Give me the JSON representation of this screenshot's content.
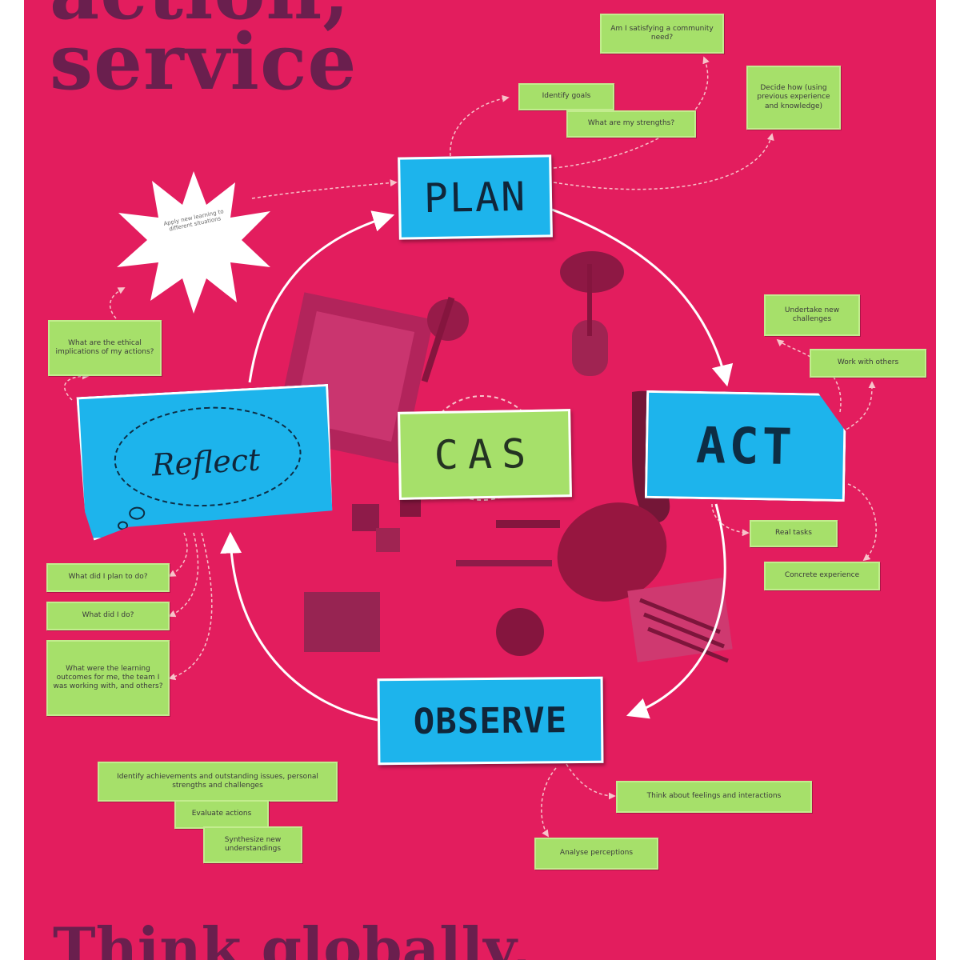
{
  "poster": {
    "heading_top": "action,",
    "heading_service": "service",
    "heading_bottom": "Think globally,"
  },
  "colors": {
    "background": "#e31d5e",
    "card_blue": "#1db4ec",
    "note_green": "#a6e06a",
    "heading": "#6a1f4e",
    "arrow": "#ffffff",
    "connector": "#f7c3c9"
  },
  "cycle": {
    "center": "CAS",
    "stages": {
      "plan": "PLAN",
      "act": "ACT",
      "observe": "OBSERVE",
      "reflect": "Reflect"
    }
  },
  "notes": {
    "plan_community": "Am I satisfying a community need?",
    "plan_goals": "Identify goals",
    "plan_strengths": "What are my strengths?",
    "plan_experience": "Decide how (using previous experience and knowledge)",
    "act_challenges": "Undertake new challenges",
    "act_work": "Work with others",
    "act_real": "Real tasks",
    "act_concrete": "Concrete experience",
    "observe_feelings": "Think about feelings and interactions",
    "observe_perceptions": "Analyse perceptions",
    "observe_identify": "Identify achievements and outstanding issues, personal strengths and challenges",
    "observe_evaluate": "Evaluate actions",
    "observe_synthesize": "Synthesize new understandings",
    "reflect_ethical": "What are the ethical implications of my actions?",
    "reflect_plan": "What did I plan to do?",
    "reflect_did": "What did I do?",
    "reflect_outcomes": "What were the learning outcomes for me, the team I was working with, and others?",
    "apply": "Apply new learning to different situations"
  }
}
